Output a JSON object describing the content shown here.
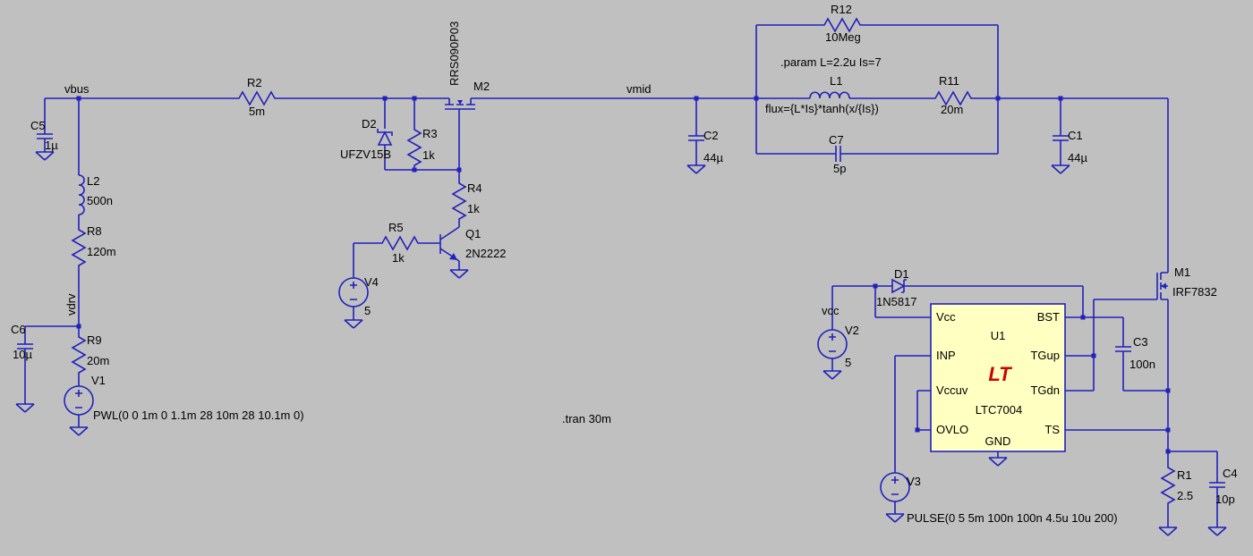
{
  "colors": {
    "bg": "#c0c0c0",
    "wire": "#2121bd",
    "text": "#000000",
    "icfill": "#ffffc2",
    "logo": "#cc0008"
  },
  "nets": {
    "vbus": "vbus",
    "vmid": "vmid",
    "vcc": "vcc",
    "vdrv": "vdrv"
  },
  "directives": {
    "param": ".param L=2.2u Is=7",
    "flux": "flux={L*Is}*tanh(x/{Is})",
    "tran": ".tran 30m"
  },
  "components": {
    "c5": {
      "ref": "C5",
      "val": "1µ"
    },
    "c6": {
      "ref": "C6",
      "val": "10µ"
    },
    "r2": {
      "ref": "R2",
      "val": "5m"
    },
    "l2": {
      "ref": "L2",
      "val": "500n"
    },
    "r8": {
      "ref": "R8",
      "val": "120m"
    },
    "r9": {
      "ref": "R9",
      "val": "20m"
    },
    "v1": {
      "ref": "V1",
      "val": "PWL(0 0 1m 0 1.1m 28 10m 28 10.1m 0)"
    },
    "d2": {
      "ref": "D2",
      "val": "UFZV15B"
    },
    "r3": {
      "ref": "R3",
      "val": "1k"
    },
    "m2": {
      "ref": "M2",
      "val": "RRS090P03"
    },
    "r4": {
      "ref": "R4",
      "val": "1k"
    },
    "q1": {
      "ref": "Q1",
      "val": "2N2222"
    },
    "r5": {
      "ref": "R5",
      "val": "1k"
    },
    "v4": {
      "ref": "V4",
      "val": "5"
    },
    "c2": {
      "ref": "C2",
      "val": "44µ"
    },
    "r12": {
      "ref": "R12",
      "val": "10Meg"
    },
    "l1": {
      "ref": "L1"
    },
    "r11": {
      "ref": "R11",
      "val": "20m"
    },
    "c7": {
      "ref": "C7",
      "val": "5p"
    },
    "c1": {
      "ref": "C1",
      "val": "44µ"
    },
    "d1": {
      "ref": "D1",
      "val": "1N5817"
    },
    "v2": {
      "ref": "V2",
      "val": "5"
    },
    "v3": {
      "ref": "V3",
      "val": "PULSE(0 5 5m 100n 100n 4.5u 10u 200)"
    },
    "m1": {
      "ref": "M1",
      "val": "IRF7832"
    },
    "c3": {
      "ref": "C3",
      "val": "100n"
    },
    "c4": {
      "ref": "C4",
      "val": "10p"
    },
    "r1": {
      "ref": "R1",
      "val": "2.5"
    }
  },
  "ic": {
    "ref": "U1",
    "part": "LTC7004",
    "logo": "LT",
    "pins": {
      "left": [
        "Vcc",
        "INP",
        "Vccuv",
        "OVLO"
      ],
      "right": [
        "BST",
        "TGup",
        "TGdn",
        "TS"
      ],
      "bottom": "GND"
    }
  }
}
